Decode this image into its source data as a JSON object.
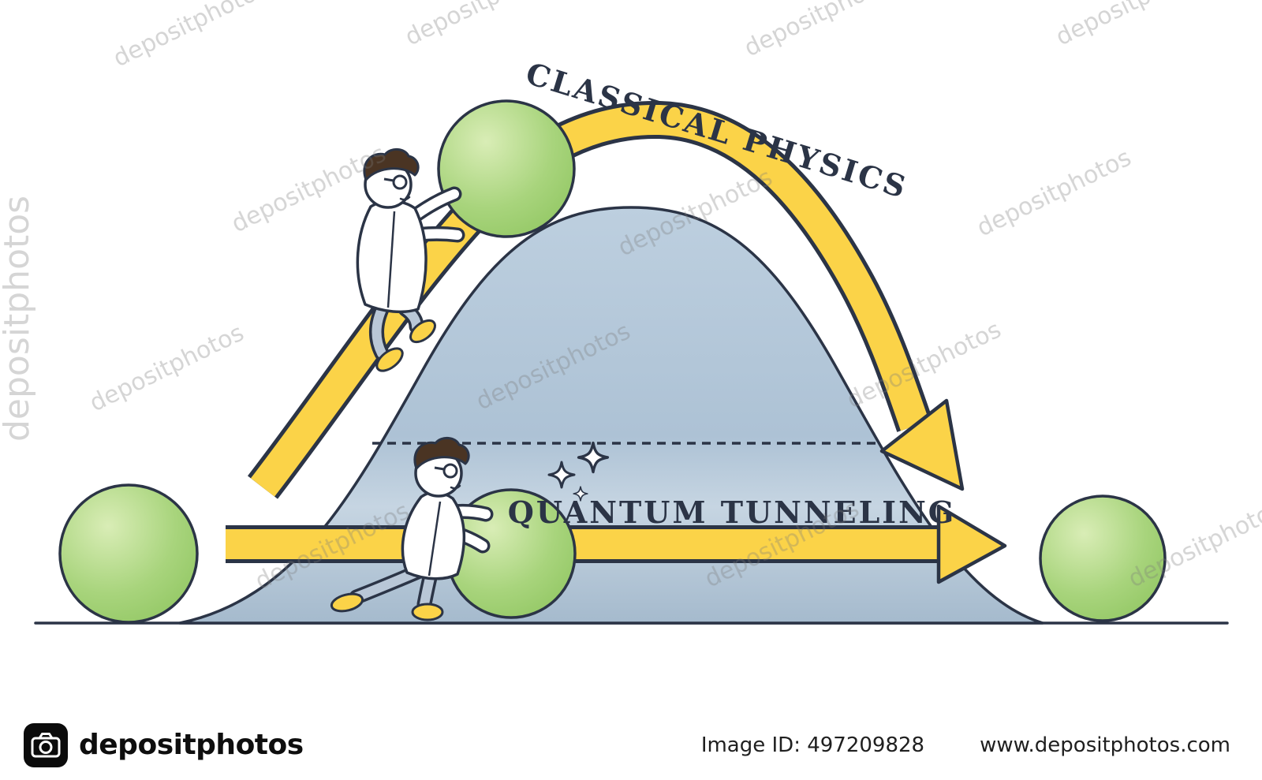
{
  "illustration": {
    "labels": {
      "classical": "CLASSICAL PHYSICS",
      "quantum": "QUANTUM TUNNELING"
    },
    "colors": {
      "outline": "#2b3446",
      "arrow_yellow": "#fbd348",
      "hill_top": "#bdcfdf",
      "hill_bottom": "#a5bacd",
      "ball_green": "#8dc45e",
      "ball_green_light": "#d9edb6",
      "pants_blue": "#b9c7d7",
      "hair_brown": "#4a3423",
      "label_text": "#2b3446",
      "shoe_yellow": "#fbd348"
    }
  },
  "watermark": {
    "text": "depositphotos"
  },
  "footer": {
    "brand": "depositphotos",
    "image_id": "Image ID: 497209828",
    "website": "www.depositphotos.com"
  }
}
